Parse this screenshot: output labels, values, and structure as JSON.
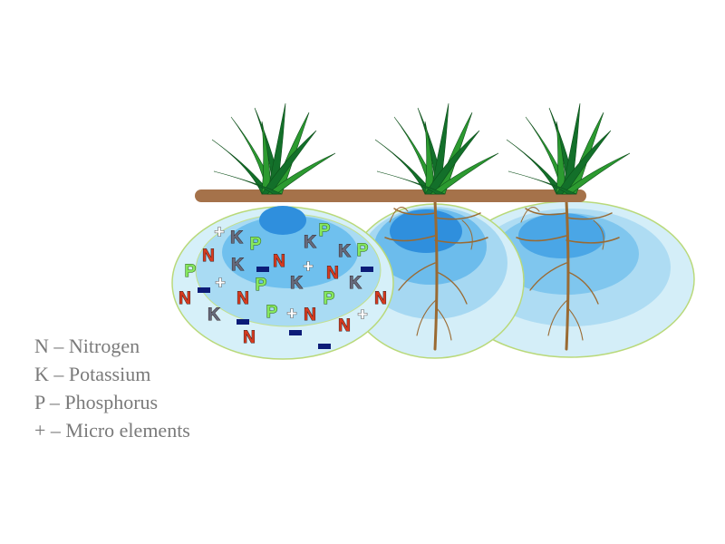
{
  "legend": [
    "N – Nitrogen",
    "K – Potassium",
    "P – Phosphorus",
    "+ – Micro elements"
  ],
  "markers": [
    "+",
    "K",
    "P",
    "N",
    "K",
    "P",
    "K",
    "P",
    "K",
    "−",
    "N",
    "+",
    "N",
    "−",
    "P",
    "+",
    "P",
    "K",
    "K",
    "−",
    "N",
    "N",
    "P",
    "N",
    "K",
    "P",
    "+",
    "N",
    "−",
    "+",
    "N",
    "N",
    "−",
    "−"
  ],
  "colors": {
    "N": "#d83a1e",
    "K": "#666a7c",
    "P": "#86e85e",
    "+": "#ffffff",
    "−": "#0c1c78",
    "soil": "#a5724a",
    "root": "#9a6a32",
    "grass": "#1f8a2a"
  }
}
